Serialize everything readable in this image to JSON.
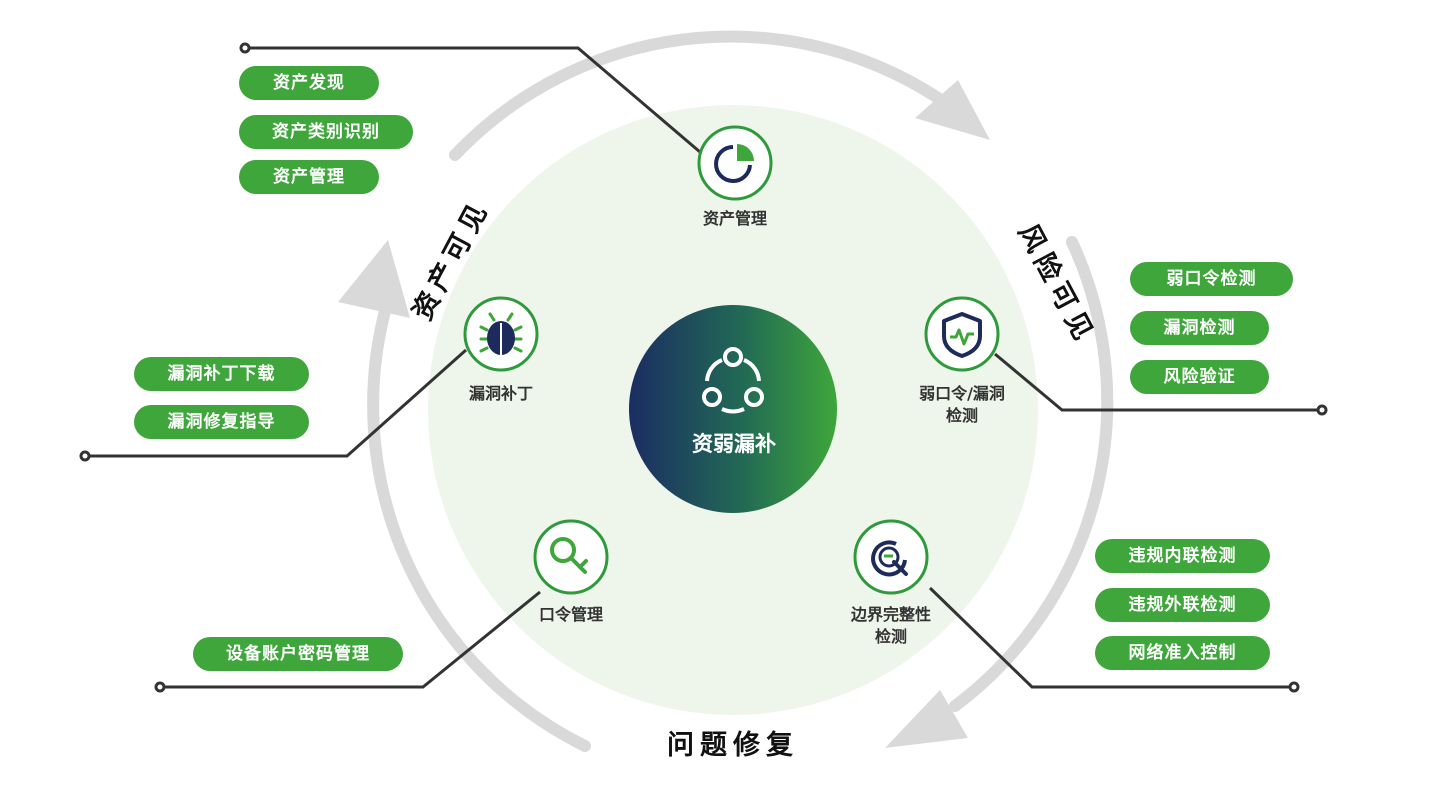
{
  "center": {
    "label": "资弱漏补",
    "icon": "share-nodes-icon"
  },
  "phases": {
    "asset_visible": "资产可见",
    "risk_visible": "风险可见",
    "problem_fix": "问题修复"
  },
  "nodes": {
    "asset_mgmt": {
      "label": "资产管理",
      "icon": "pie-chart-icon"
    },
    "weak_pwd": {
      "label_line1": "弱口令/漏洞",
      "label_line2": "检测",
      "icon": "shield-pulse-icon"
    },
    "boundary": {
      "label_line1": "边界完整性",
      "label_line2": "检测",
      "icon": "search-target-icon"
    },
    "pwd_mgmt": {
      "label": "口令管理",
      "icon": "key-icon"
    },
    "patch": {
      "label": "漏洞补丁",
      "icon": "bug-icon"
    }
  },
  "pills": {
    "asset_discovery": "资产发现",
    "asset_type_recognition": "资产类别识别",
    "asset_management": "资产管理",
    "weak_pwd_detect": "弱口令检测",
    "vuln_detect": "漏洞检测",
    "risk_verify": "风险验证",
    "illegal_inner_link": "违规内联检测",
    "illegal_outer_link": "违规外联检测",
    "network_access_control": "网络准入控制",
    "device_account_pwd": "设备账户密码管理",
    "patch_download": "漏洞补丁下载",
    "fix_guidance": "漏洞修复指导"
  },
  "colors": {
    "pill_green": "#3ea63a",
    "node_border": "#2e9a3b",
    "navy": "#1d2a5c",
    "halo": "#eef5ea",
    "arc_gray": "#d9d9d9",
    "line": "#333333"
  }
}
